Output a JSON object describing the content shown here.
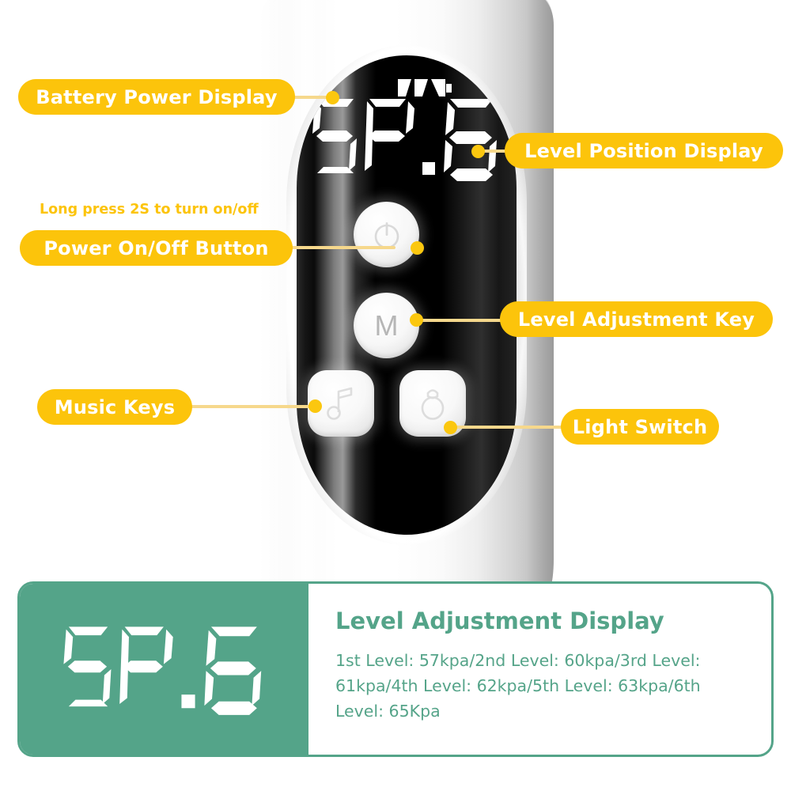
{
  "device": {
    "display": {
      "value": "SP.6",
      "battery_icon": "battery-icon",
      "battery_bars": 3
    },
    "buttons": [
      {
        "name": "power-button",
        "icon": "power-icon",
        "label": ""
      },
      {
        "name": "mode-button",
        "icon": "letter-m-icon",
        "label": "M"
      },
      {
        "name": "music-button",
        "icon": "music-note-icon",
        "label": ""
      },
      {
        "name": "light-button",
        "icon": "light-bulb-icon",
        "label": ""
      }
    ]
  },
  "callouts": {
    "battery": "Battery Power Display",
    "level_position": "Level Position Display",
    "power_button": "Power On/Off Button",
    "power_note": "Long press 2S to turn on/off",
    "level_adjustment": "Level Adjustment Key",
    "music_keys": "Music Keys",
    "light_switch": "Light Switch"
  },
  "info_card": {
    "lcd_value": "SP.6",
    "title": "Level Adjustment Display",
    "description": "1st Level: 57kpa/2nd Level: 60kpa/3rd Level: 61kpa/4th Level: 62kpa/5th Level: 63kpa/6th Level: 65Kpa",
    "levels": [
      {
        "level": "1st Level",
        "pressure": "57kpa"
      },
      {
        "level": "2nd Level",
        "pressure": "60kpa"
      },
      {
        "level": "3rd Level",
        "pressure": "61kpa"
      },
      {
        "level": "4th Level",
        "pressure": "62kpa"
      },
      {
        "level": "5th Level",
        "pressure": "63kpa"
      },
      {
        "level": "6th Level",
        "pressure": "65Kpa"
      }
    ]
  },
  "colors": {
    "accent_yellow": "#FCC40B",
    "leader_line": "#F6D88C",
    "green": "#54A489",
    "panel_black": "#000000",
    "body_white": "#FFFFFF"
  }
}
